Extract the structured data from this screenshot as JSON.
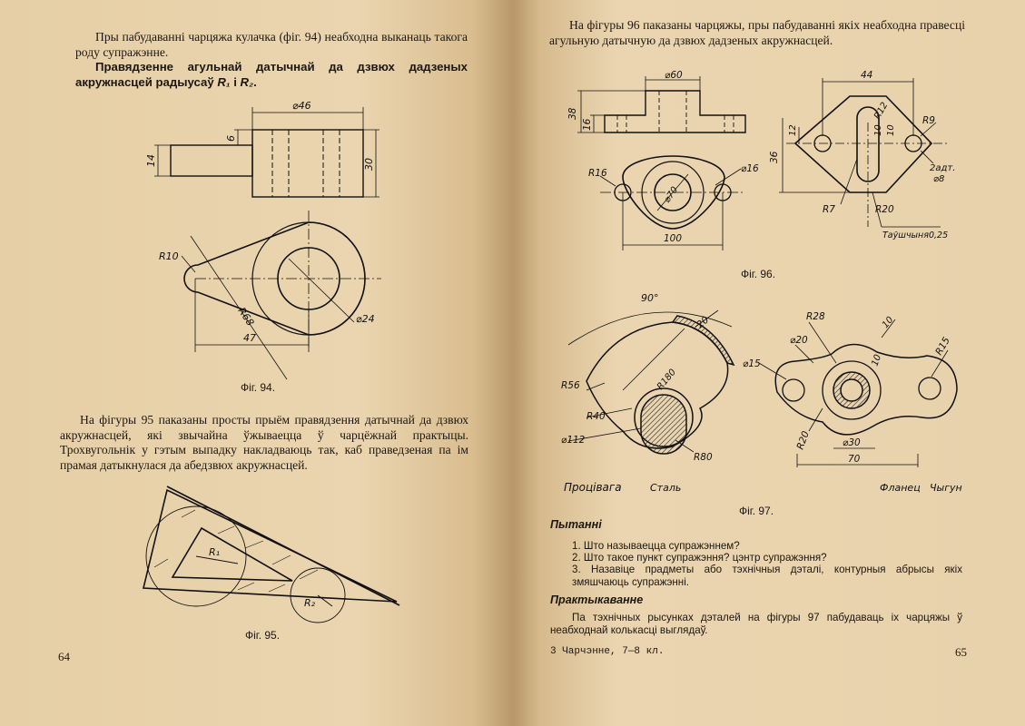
{
  "left_page": {
    "para1": "Пры пабудаванні чарцяжа кулачка (фіг. 94) неабходна выканаць такога роду супражэнне.",
    "heading_bold": "Правядзенне агульнай датычнай да дзвюх дадзеных акружнасцей радыусаў",
    "heading_r1": "R₁",
    "heading_and": " і ",
    "heading_r2": "R₂",
    "heading_end": ".",
    "fig94": {
      "dim_phi46": "⌀46",
      "dim_6": "6",
      "dim_14": "14",
      "dim_30": "30",
      "dim_R10": "R10",
      "dim_R68": "R68",
      "dim_phi24": "⌀24",
      "dim_47": "47"
    },
    "fig94_caption": "Фіг. 94.",
    "para2": "На фігуры 95 паказаны просты прыём правядзення датычнай да дзвюх акружнасцей, які звычайна ўжываецца ў чарцёжнай практыцы. Трохвугольнік у гэтым выпадку накладваюць так, каб праведзеная па ім прамая датыкнулася да абедзвюх акружнасцей.",
    "fig95": {
      "label_R1": "R₁",
      "label_R2": "R₂"
    },
    "fig95_caption": "Фіг. 95.",
    "page_number": "64"
  },
  "right_page": {
    "para1": "На фігуры 96 паказаны чарцяжы, пры пабудаванні якіх неабходна правесці агульную датычную да дзвюх дадзеных акружнасцей.",
    "fig96": {
      "dim_phi60": "⌀60",
      "dim_38": "38",
      "dim_16": "16",
      "dim_R16": "R16",
      "dim_phi16": "⌀16",
      "dim_phi70": "⌀70",
      "dim_100": "100",
      "dim_44": "44",
      "dim_R12": "R12",
      "dim_R9": "R9",
      "dim_12": "12",
      "dim_36": "36",
      "dim_10a": "10",
      "dim_10b": "10",
      "dim_2adt": "2адт.",
      "dim_phi8": "⌀8",
      "dim_R20": "R20",
      "dim_R7": "R7",
      "dim_thickness": "Таўшчыня0,25"
    },
    "fig96_caption": "Фіг. 96.",
    "fig97": {
      "dim_90": "90°",
      "dim_20": "20",
      "dim_R56": "R56",
      "dim_R180": "R180",
      "dim_R40": "R40",
      "dim_phi112": "⌀112",
      "dim_R80": "R80",
      "dim_R28": "R28",
      "dim_phi20": "⌀20",
      "dim_10a": "10",
      "dim_10b": "10",
      "dim_phi15": "⌀15",
      "dim_R15": "R15",
      "dim_R20": "R20",
      "dim_phi30": "⌀30",
      "dim_70": "70",
      "label_part1": "Процівага",
      "label_mat1": "Сталь",
      "label_part2": "Фланец",
      "label_mat2": "Чыгун"
    },
    "fig97_caption": "Фіг. 97.",
    "questions_heading": "Пытанні",
    "questions": [
      "1. Што называецца супражэннем?",
      "2. Што такое пункт супражэння? цэнтр супражэння?",
      "3. Назавіце прадметы або тэхнічныя дэталі, контурныя абрысы якіх змяшчаюць супражэнні."
    ],
    "practice_heading": "Практыкаванне",
    "practice_text": "Па тэхнічных рысунках дэталей на фігуры 97 пабудаваць іх чарцяжы ў неабходнай колькасці выглядаў.",
    "footnote": "3 Чарчэнне, 7—8 кл.",
    "page_number": "65"
  },
  "colors": {
    "paper": "#e8d2ac",
    "ink": "#1d1711",
    "gutter": "#b8976a"
  }
}
